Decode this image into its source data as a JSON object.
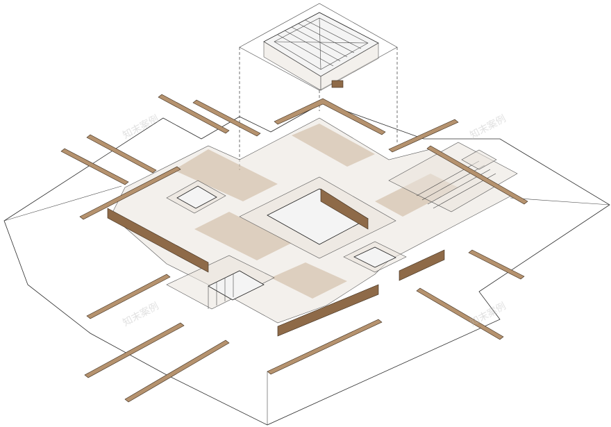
{
  "colors": {
    "wall": "#b5926e",
    "wall_dark": "#8e6a48",
    "glass": "#eae4dc",
    "line": "#2b2b2b"
  },
  "watermarks": [
    "知末案例",
    "知末案例",
    "知末案例",
    "知末案例"
  ]
}
